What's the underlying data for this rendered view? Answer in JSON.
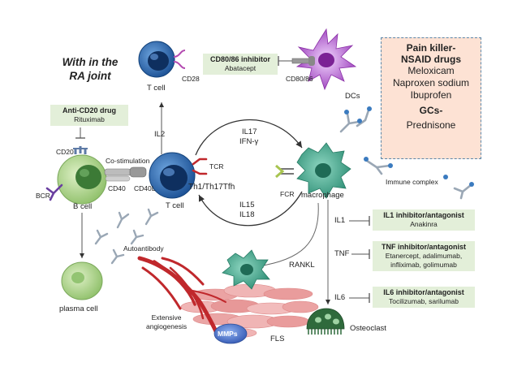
{
  "title": [
    "With in the",
    "RA joint"
  ],
  "cells": {
    "t_cell_top": "T cell",
    "dcs": "DCs",
    "b_cell": "B cell",
    "t_cell_center": "T cell",
    "th_subsets": "Th1/Th17Tfh",
    "macrophage": "macrophage",
    "plasma_cell": "plasma cell",
    "osteoclast": "Osteoclast",
    "fls": "FLS",
    "mmps": "MMPs"
  },
  "molecules": {
    "cd28": "CD28",
    "cd80_86": "CD80/86",
    "cd20": "CD20",
    "bcr": "BCR",
    "cd40": "CD40",
    "cd40l": "CD40L",
    "tcr": "TCR",
    "fcr": "FCR",
    "co_stimulation": "Co-stimulation",
    "il2": "IL2",
    "il17": "IL17",
    "ifn": "IFN-γ",
    "il15": "IL15",
    "il18": "IL18",
    "rankl": "RANKL",
    "il1": "IL1",
    "tnf": "TNF",
    "il6": "IL6",
    "immune_complex": "Immune complex",
    "autoantibody": "Autoantibody",
    "angiogenesis": [
      "Extensive",
      "angiogenesis"
    ]
  },
  "drug_boxes": {
    "cd80_inhibitor": {
      "heading": "CD80/86 inhibitor",
      "drugs": "Abatacept"
    },
    "anti_cd20": {
      "heading": "Anti-CD20 drug",
      "drugs": "Rituximab"
    },
    "il1_inhibitor": {
      "heading": "IL1 inhibitor/antagonist",
      "drugs": "Anakinra"
    },
    "tnf_inhibitor": {
      "heading": "TNF inhibitor/antagonist",
      "drugs": [
        "Etanercept, adalimumab,",
        "infliximab, golimumab"
      ]
    },
    "il6_inhibitor": {
      "heading": "IL6 inhibitor/antagonist",
      "drugs": "Tocilizumab, sarilumab"
    }
  },
  "pain_box": {
    "heading": [
      "Pain killer-",
      "NSAID drugs"
    ],
    "drugs": [
      "Meloxicam",
      "Naproxen sodium",
      "Ibuprofen"
    ],
    "gcs_heading": "GCs-",
    "gcs_drug": "Prednisone"
  },
  "colors": {
    "t_cell": "#1d5fa8",
    "b_cell": "#b6d88e",
    "plasma_cell": "#b6d88e",
    "dc": "#b061c8",
    "macrophage": "#4aa88f",
    "osteoclast": "#2f6a3c",
    "fls": "#e9a0a0",
    "vessel": "#c0282c",
    "mmps": "#4a6fc4",
    "drug_box_fill": "#e3efd9",
    "pain_box_fill": "#fde2d4",
    "pain_box_border": "#5b86a8"
  }
}
